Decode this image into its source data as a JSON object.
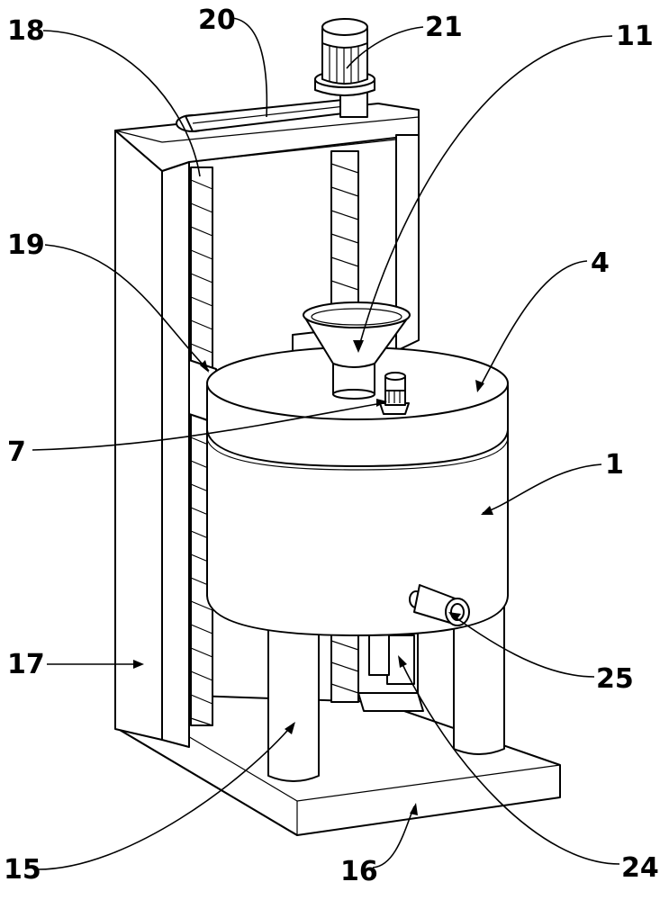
{
  "labels": {
    "l18": "18",
    "l20": "20",
    "l21": "21",
    "l11": "11",
    "l19": "19",
    "l4": "4",
    "l7": "7",
    "l1": "1",
    "l17": "17",
    "l25": "25",
    "l15": "15",
    "l16": "16",
    "l24": "24"
  }
}
